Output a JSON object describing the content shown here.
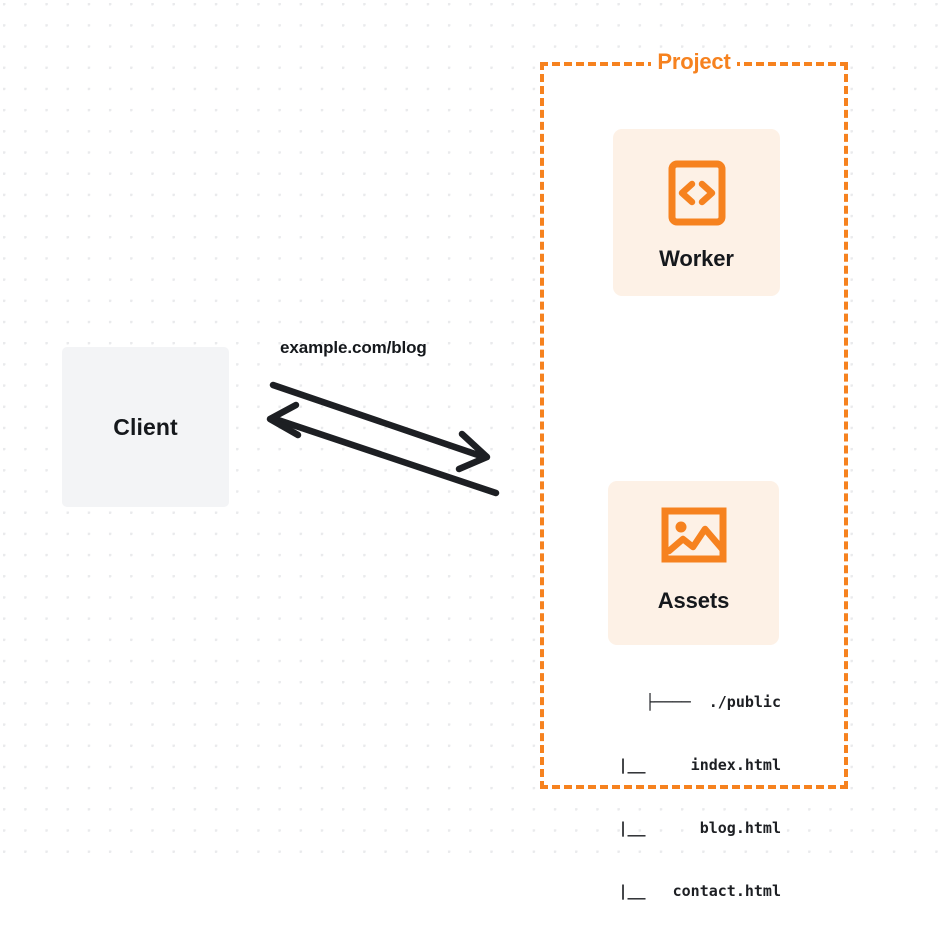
{
  "diagram": {
    "title": "Cloudflare Worker with static assets request flow",
    "background": {
      "type": "dot-grid",
      "dot_color": "#e9eaec",
      "page_color": "#ffffff"
    },
    "colors": {
      "accent_orange": "#f6821f",
      "card_peach": "#fdf1e6",
      "client_gray": "#f3f4f6",
      "text_dark": "#15181c"
    }
  },
  "client": {
    "label": "Client"
  },
  "connection": {
    "label": "example.com/blog",
    "request_direction": "client-to-project",
    "response_direction": "project-to-client"
  },
  "project": {
    "title": "Project",
    "services": [
      {
        "id": "worker",
        "label": "Worker",
        "icon": "code-brackets-icon"
      },
      {
        "id": "assets",
        "label": "Assets",
        "icon": "image-icon"
      }
    ],
    "file_tree": {
      "rows": [
        "├────  ./public",
        "|__     index.html",
        "|__      blog.html",
        "|__   contact.html"
      ],
      "files": [
        "./public",
        "index.html",
        "blog.html",
        "contact.html"
      ]
    }
  }
}
